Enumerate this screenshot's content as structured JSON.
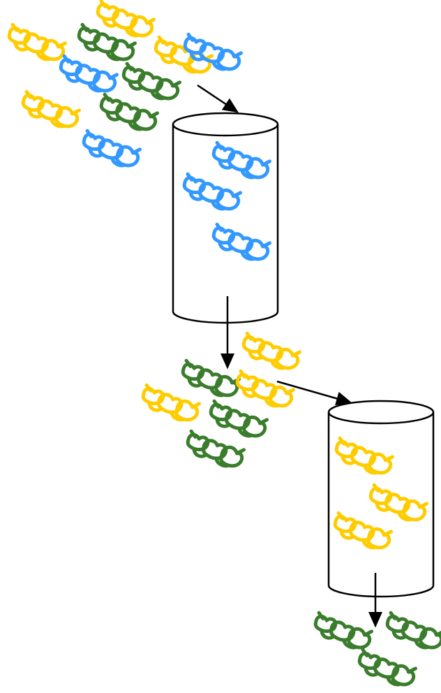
{
  "colors": {
    "yellow": "#ffcc00",
    "green": "#3a7d2c",
    "blue": "#3399ff",
    "outline": "#000000",
    "background": "#ffffff"
  },
  "columns": [
    {
      "id": "column-1",
      "contents": [
        "blue",
        "blue",
        "blue"
      ]
    },
    {
      "id": "column-2",
      "contents": [
        "yellow",
        "yellow",
        "yellow"
      ]
    }
  ],
  "groups": {
    "input_mixture": [
      "yellow",
      "yellow",
      "green",
      "yellow",
      "blue",
      "green",
      "blue",
      "yellow",
      "green",
      "blue"
    ],
    "first_eluate": [
      "yellow",
      "green",
      "yellow",
      "yellow",
      "green",
      "green"
    ],
    "second_eluate": [
      "green",
      "green",
      "green"
    ]
  }
}
